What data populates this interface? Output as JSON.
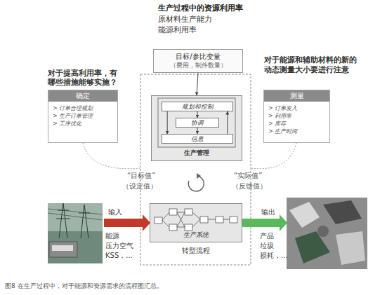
{
  "diagram": {
    "caption": "图8 在生产过程中，对于能源和资源需求的流程图汇总。",
    "nodes": [
      {
        "text": [
          "目标/参比变量",
          "（费用，制件数量）"
        ]
      },
      {
        "text": [
          "生产管理"
        ]
      },
      {
        "text": [
          "规划和控制"
        ],
        "in": 1
      },
      {
        "text": [
          "协调"
        ],
        "in": 1
      },
      {
        "text": [
          "信息"
        ],
        "in": 1
      },
      {
        "text": [
          "确定",
          "> 订单合理规划",
          "> 生产订单管理",
          "> 工序优化"
        ]
      },
      {
        "text": [
          "测量",
          "> 订单发入",
          "> 利用率",
          "> 库存",
          "> 生产时间"
        ]
      },
      {
        "text": [
          "生产系统",
          "转型流程"
        ]
      }
    ],
    "edges": [
      {
        "from": 0,
        "to": 1,
        "arrow": "to"
      },
      {
        "from": 2,
        "to": 3,
        "arrow": "to"
      },
      {
        "from": 3,
        "to": 4,
        "arrow": "to"
      },
      {
        "from": 4,
        "to": 2,
        "arrow": "to"
      },
      {
        "from": 2,
        "to": 4,
        "arrow": "to"
      }
    ],
    "labels": [
      "生产过程中的资源利用率",
      "原材料生产能力",
      "能源利用率",
      "对于提高利用率，有哪些措施能够实施？",
      "对于能源和辅助材料的新的动态测量大小要进行注意",
      "“目标值”",
      "（设定值）",
      "“实际值”",
      "（反馈值）",
      "输入",
      "能源",
      "压力空气",
      "KSS，...",
      "输出",
      "产品",
      "垃圾",
      "损耗，..."
    ]
  }
}
